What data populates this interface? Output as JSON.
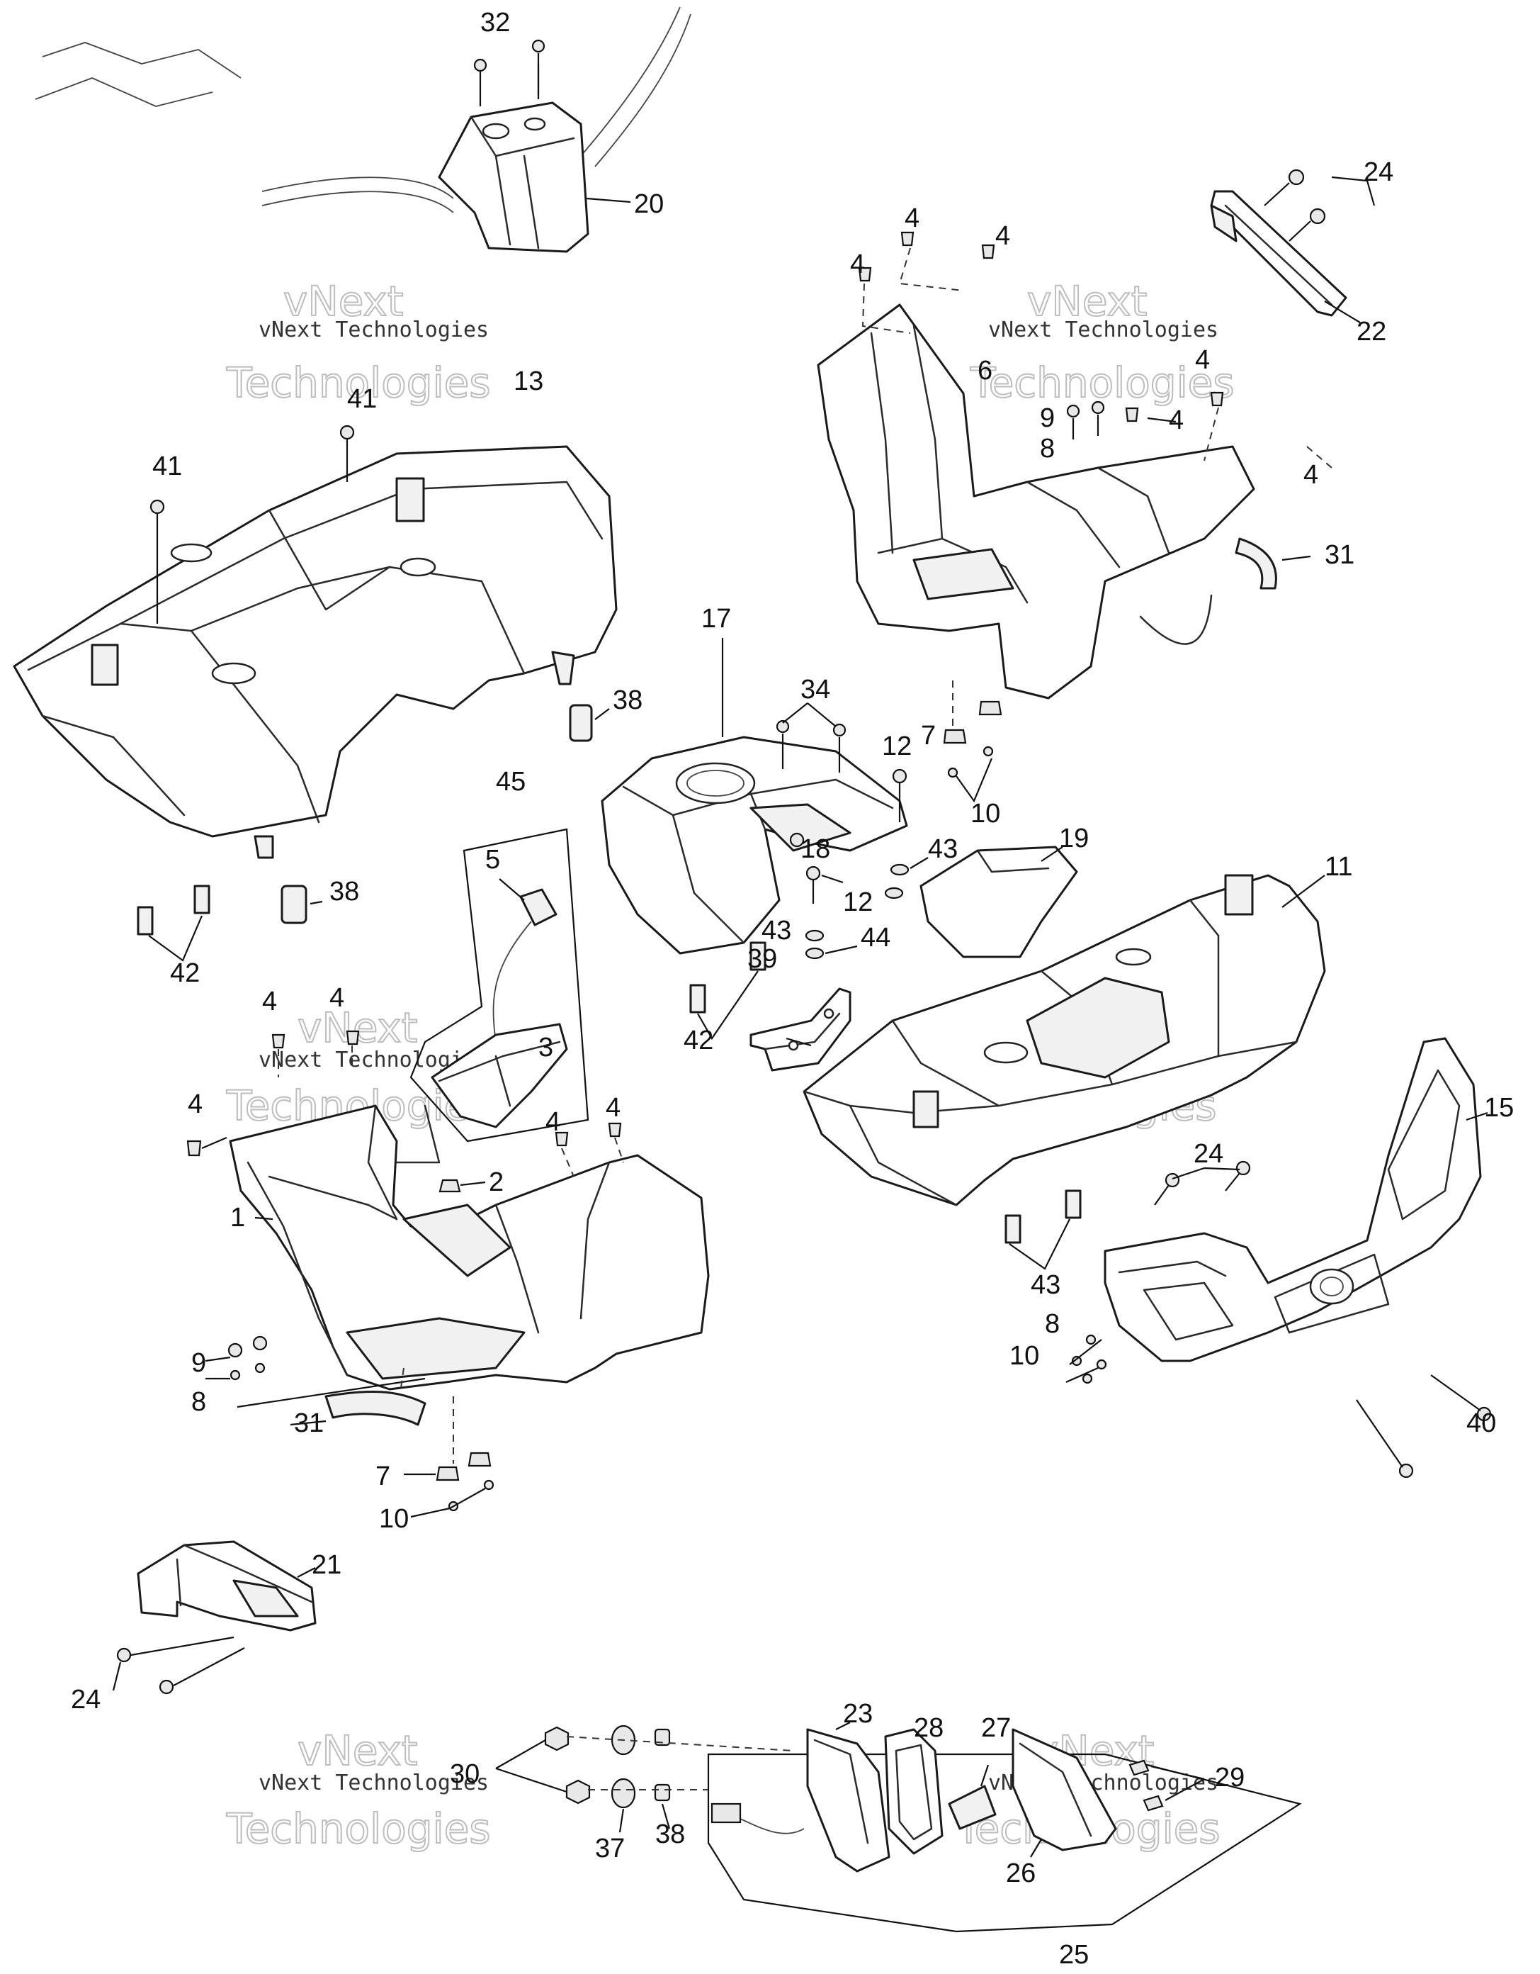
{
  "watermark": {
    "company": "vNext Technologies",
    "line1": "vNext",
    "line2": "Technologies"
  },
  "callouts": {
    "c1": "1",
    "c2": "2",
    "c3": "3",
    "c4": "4",
    "c5": "5",
    "c6": "6",
    "c7": "7",
    "c8": "8",
    "c9": "9",
    "c10": "10",
    "c11": "11",
    "c12": "12",
    "c13": "13",
    "c15": "15",
    "c17": "17",
    "c18": "18",
    "c19": "19",
    "c20": "20",
    "c21": "21",
    "c22": "22",
    "c23": "23",
    "c24": "24",
    "c25": "25",
    "c26": "26",
    "c27": "27",
    "c28": "28",
    "c29": "29",
    "c30": "30",
    "c31": "31",
    "c32": "32",
    "c34": "34",
    "c37": "37",
    "c38": "38",
    "c39": "39",
    "c40": "40",
    "c41": "41",
    "c42": "42",
    "c43": "43",
    "c44": "44",
    "c45": "45"
  }
}
